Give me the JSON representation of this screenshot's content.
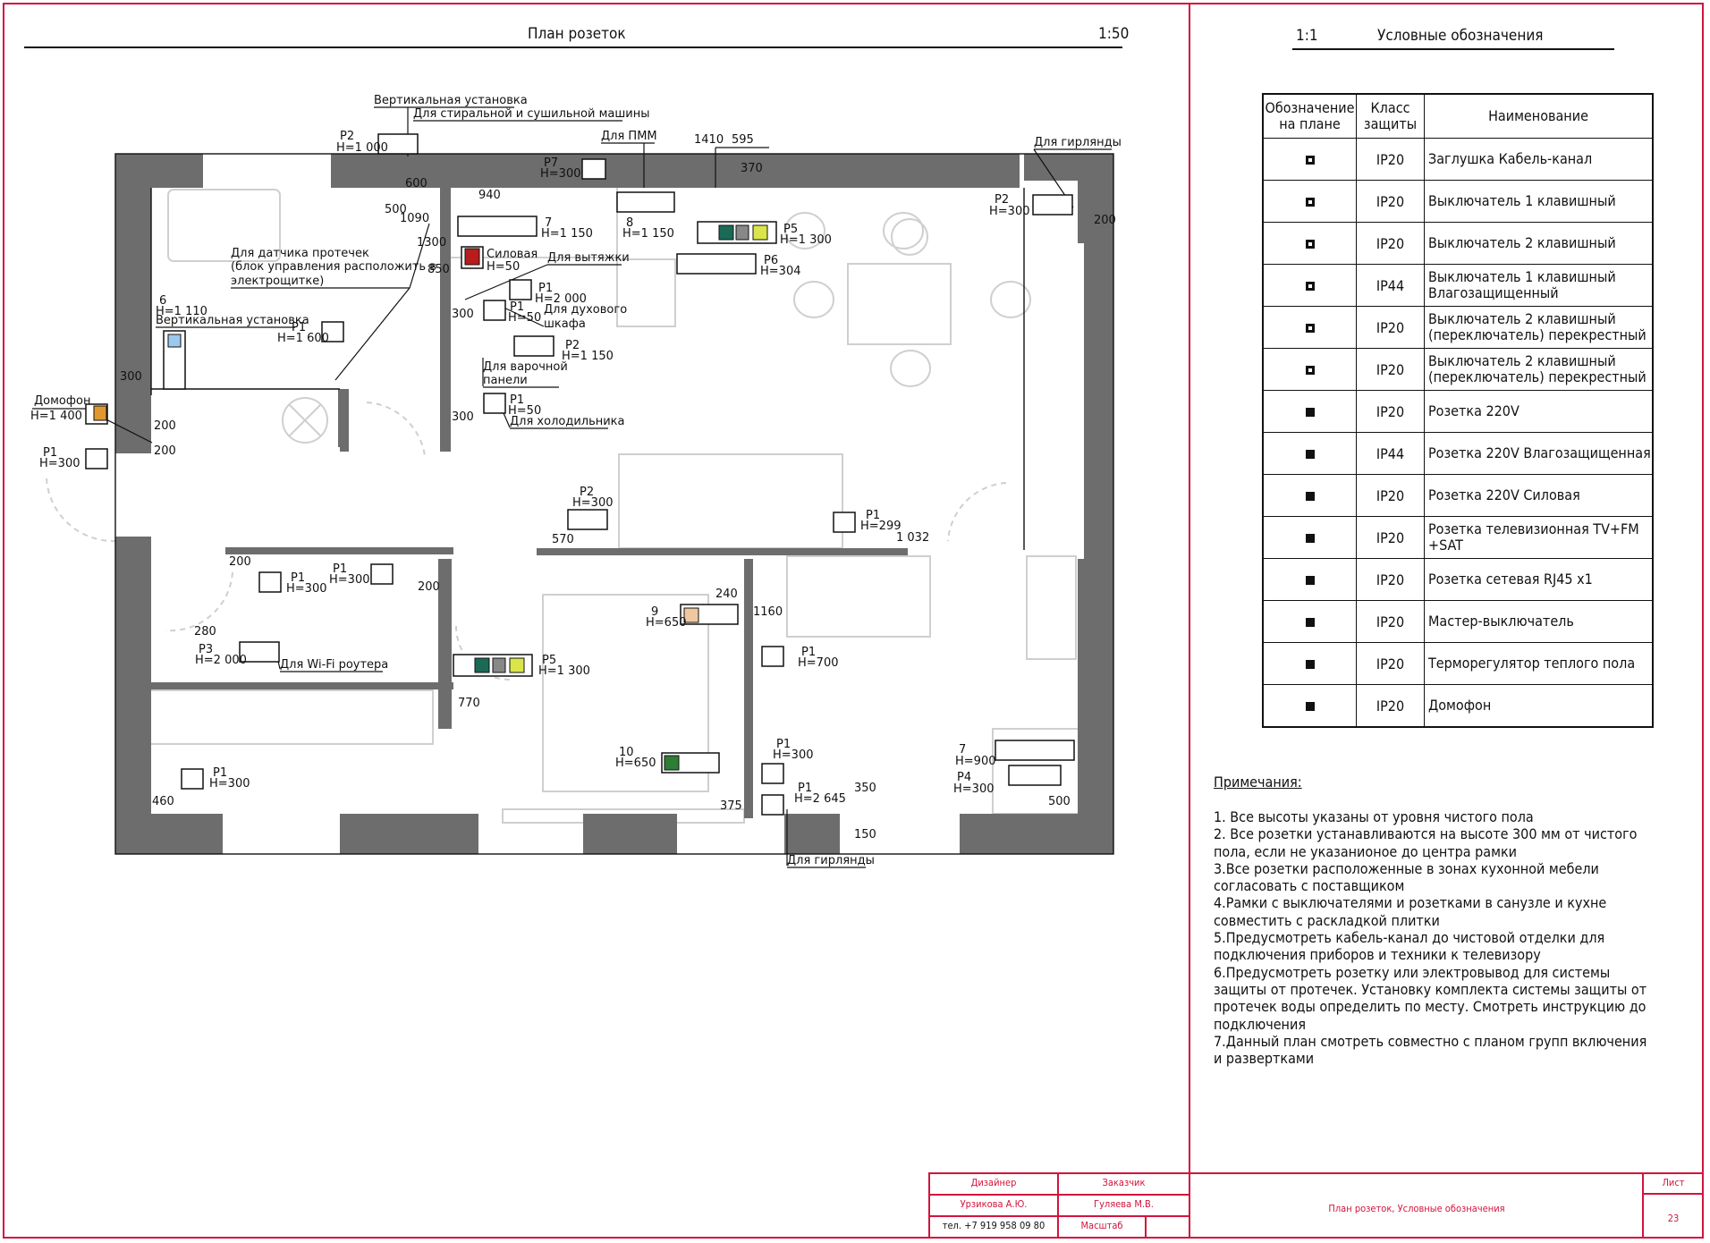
{
  "plan": {
    "title": "План розеток",
    "scale": "1:50",
    "labels": {
      "vertical_install_1": "Вертикальная установка",
      "washer_dryer": "Для стиральной и сушильной машины",
      "dishwasher": "Для ПММ",
      "garland_1": "Для гирлянды",
      "garland_2": "Для гирлянды",
      "leak_sensor": "Для датчика протечек",
      "leak_sensor_2": "(блок управления расположить в",
      "leak_sensor_3": "электрощитке)",
      "power": "Силовая",
      "hood": "Для вытяжки",
      "oven": "Для духового",
      "oven_2": "шкафа",
      "hob": "Для варочной",
      "hob_2": "панели",
      "fridge": "Для холодильника",
      "intercom": "Домофон",
      "vertical_install_2": "Вертикальная установка",
      "wifi": "Для Wi-Fi роутера"
    },
    "marks": [
      {
        "id": "p2_a",
        "line1": "Р2",
        "line2": "Н=1 000"
      },
      {
        "id": "p7",
        "line1": "Р7",
        "line2": "Н=300"
      },
      {
        "id": "p2_b",
        "line1": "Р2",
        "line2": "Н=300"
      },
      {
        "id": "m7",
        "line1": "7",
        "line2": "Н=1 150"
      },
      {
        "id": "m8",
        "line1": "8",
        "line2": "Н=1 150"
      },
      {
        "id": "p5_a",
        "line1": "Р5",
        "line2": "Н=1 300"
      },
      {
        "id": "p6",
        "line1": "Р6",
        "line2": "Н=304"
      },
      {
        "id": "silovaya",
        "line1": "",
        "line2": "Н=50"
      },
      {
        "id": "p1_a",
        "line1": "Р1",
        "line2": "Н=2 000"
      },
      {
        "id": "p1_b",
        "line1": "Р1",
        "line2": "Н=50"
      },
      {
        "id": "p2_c",
        "line1": "Р2",
        "line2": "Н=1 150"
      },
      {
        "id": "p1_c",
        "line1": "Р1",
        "line2": "Н=50"
      },
      {
        "id": "m6",
        "line1": "6",
        "line2": "Н=1 110"
      },
      {
        "id": "p1_600",
        "line1": "Р1",
        "line2": "Н=1 600"
      },
      {
        "id": "intercom",
        "line1": "",
        "line2": "Н=1 400"
      },
      {
        "id": "p1_d",
        "line1": "Р1",
        "line2": "Н=300"
      },
      {
        "id": "p2_d",
        "line1": "Р2",
        "line2": "Н=300"
      },
      {
        "id": "p1_e",
        "line1": "Р1",
        "line2": "Н=299"
      },
      {
        "id": "p1_f",
        "line1": "Р1",
        "line2": "Н=300"
      },
      {
        "id": "p1_g",
        "line1": "Р1",
        "line2": "Н=300"
      },
      {
        "id": "m9",
        "line1": "9",
        "line2": "Н=650"
      },
      {
        "id": "p1_h",
        "line1": "Р1",
        "line2": "Н=700"
      },
      {
        "id": "p3",
        "line1": "Р3",
        "line2": "Н=2 000"
      },
      {
        "id": "p5_b",
        "line1": "Р5",
        "line2": "Н=1 300"
      },
      {
        "id": "p1_i",
        "line1": "Р1",
        "line2": "Н=300"
      },
      {
        "id": "m10",
        "line1": "10",
        "line2": "Н=650"
      },
      {
        "id": "p1_j",
        "line1": "Р1",
        "line2": "Н=300"
      },
      {
        "id": "p1_k",
        "line1": "Р1",
        "line2": "Н=2 645"
      },
      {
        "id": "m7b",
        "line1": "7",
        "line2": "Н=900"
      },
      {
        "id": "p4",
        "line1": "Р4",
        "line2": "Н=300"
      }
    ],
    "dims": [
      "600",
      "500",
      "1090",
      "1300",
      "850",
      "940",
      "1410",
      "595",
      "370",
      "200",
      "300",
      "300",
      "300",
      "200",
      "200",
      "200",
      "200",
      "570",
      "1 032",
      "240",
      "1160",
      "280",
      "770",
      "460",
      "375",
      "350",
      "150",
      "500"
    ]
  },
  "legend": {
    "scale": "1:1",
    "title": "Условные обозначения",
    "headers": [
      "Обозначение на плане",
      "Класс защиты",
      "Наименование"
    ],
    "rows": [
      {
        "ip": "IP20",
        "name": "Заглушка Кабель-канал"
      },
      {
        "ip": "IP20",
        "name": "Выключатель 1 клавишный"
      },
      {
        "ip": "IP20",
        "name": "Выключатель 2 клавишный"
      },
      {
        "ip": "IP44",
        "name": "Выключатель 1 клавишный Влагозащищенный"
      },
      {
        "ip": "IP20",
        "name": "Выключатель 2 клавишный (переключатель) перекрестный"
      },
      {
        "ip": "IP20",
        "name": "Выключатель 2 клавишный (переключатель) перекрестный"
      },
      {
        "ip": "IP20",
        "name": "Розетка 220V"
      },
      {
        "ip": "IP44",
        "name": "Розетка 220V Влагозащищенная"
      },
      {
        "ip": "IP20",
        "name": "Розетка 220V  Силовая"
      },
      {
        "ip": "IP20",
        "name": "Розетка телевизионная TV+FM +SAT"
      },
      {
        "ip": "IP20",
        "name": "Розетка сетевая RJ45 x1"
      },
      {
        "ip": "IP20",
        "name": "  Мастер-выключатель"
      },
      {
        "ip": "IP20",
        "name": "  Терморегулятор теплого пола"
      },
      {
        "ip": "IP20",
        "name": "  Домофон"
      }
    ]
  },
  "notes": {
    "title": "Примечания:",
    "items": [
      "1. Все высоты указаны от уровня чистого пола",
      "2. Все розетки устанавливаются на высоте 300 мм от чистого пола, если не указанионое до центра рамки",
      "3.Все розетки расположенные в зонах кухонной мебели согласовать с поставщиком",
      "4.Рамки с выключателями и розетками в санузле и кухне совместить с раскладкой плитки",
      "5.Предусмотреть кабель-канал до чистовой отделки для подключения приборов и техники к телевизору",
      "6.Предусмотреть розетку или электровывод для системы защиты от протечек. Установку комплекта системы защиты от протечек воды определить по месту. Смотреть инструкцию до подключения",
      "7.Данный план смотреть совместно с планом групп включения и развертками"
    ]
  },
  "stamp": {
    "designer_label": "Дизайнер",
    "designer_name": "Урзикова А.Ю.",
    "designer_phone": "тел. +7 919 958 09 80",
    "client_label": "Заказчик",
    "client_name": "Гуляева М.В.",
    "scale_label": "Масштаб",
    "sheet_title": "План розеток, Условные обозначения",
    "sheet_label": "Лист",
    "sheet_number": "23"
  },
  "colors": {
    "frame": "#d2143c",
    "wall": "#6d6d6d",
    "furniture": "#cfcfcf"
  }
}
